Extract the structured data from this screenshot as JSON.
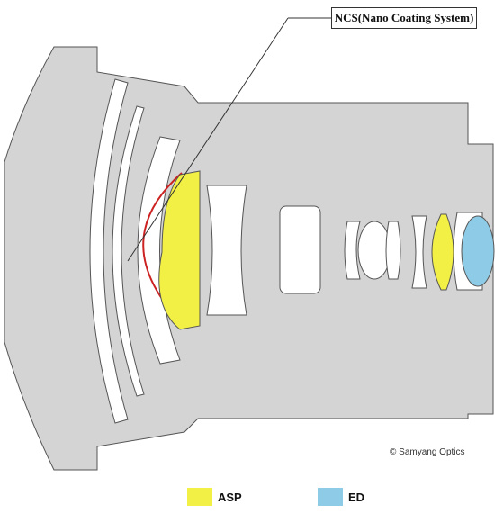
{
  "callout": {
    "label": "NCS(Nano Coating System)"
  },
  "copyright": "© Samyang Optics",
  "legend": [
    {
      "label": "ASP",
      "color": "#f2f044"
    },
    {
      "label": "ED",
      "color": "#8ecbe6"
    }
  ],
  "colors": {
    "housing": "#d4d4d4",
    "housing_stroke": "#555555",
    "lens": "#ffffff",
    "asp": "#f2f044",
    "ed": "#8ecbe6",
    "ncs": "#cc2222"
  }
}
